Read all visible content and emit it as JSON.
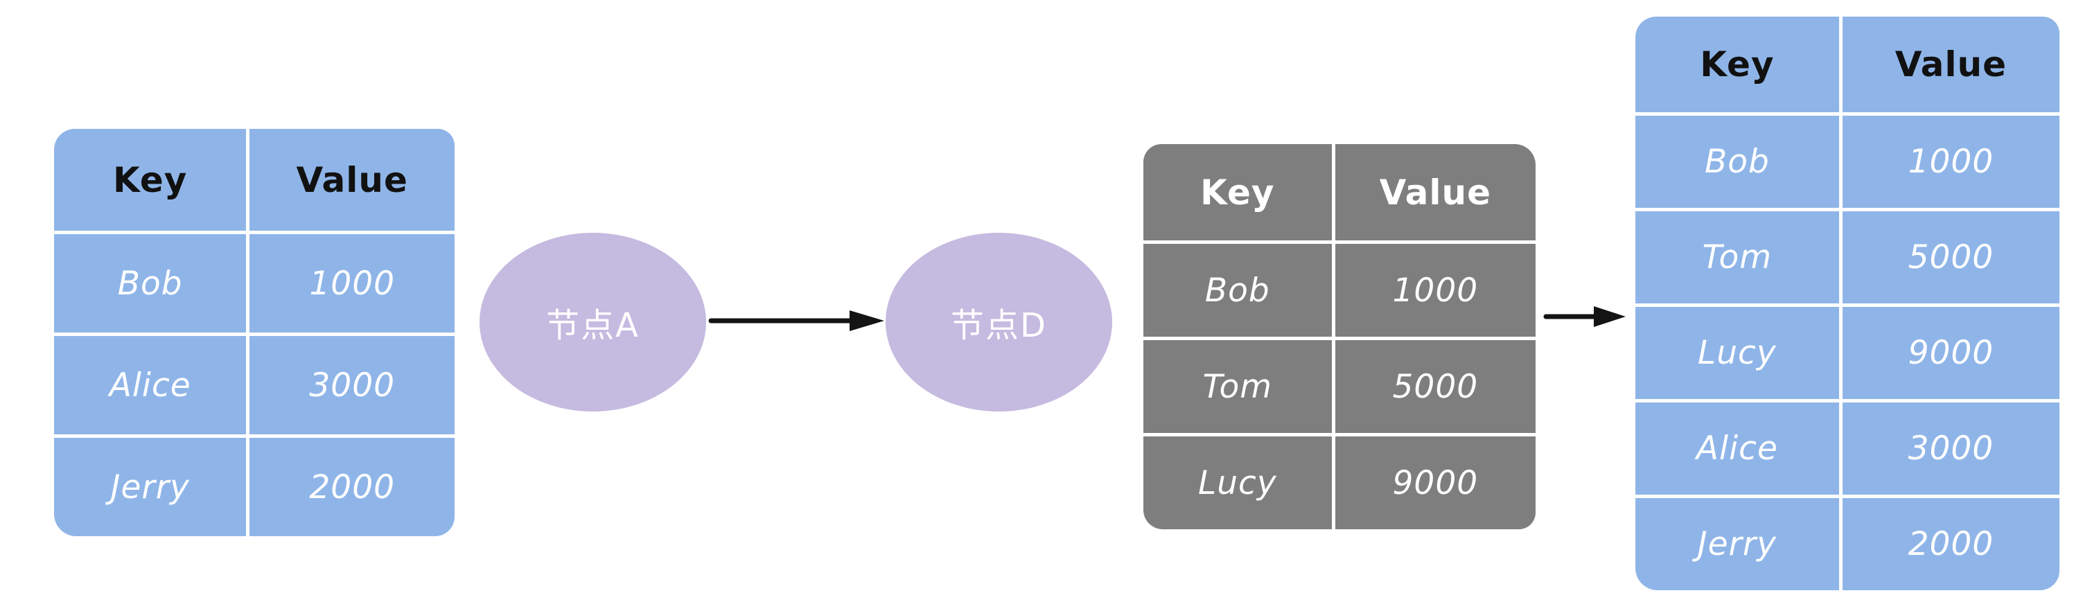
{
  "colors": {
    "blue": "#8fb5e8",
    "gray": "#7e7e7e",
    "purple": "#c5badf",
    "arrow": "#141414",
    "header_text_blue_table": "#111111",
    "cell_text": "#ffffff"
  },
  "node_a": {
    "label": "节点A"
  },
  "node_d": {
    "label": "节点D"
  },
  "left_table": {
    "headers": [
      "Key",
      "Value"
    ],
    "rows": [
      [
        "Bob",
        "1000"
      ],
      [
        "Alice",
        "3000"
      ],
      [
        "Jerry",
        "2000"
      ]
    ]
  },
  "gray_table": {
    "headers": [
      "Key",
      "Value"
    ],
    "rows": [
      [
        "Bob",
        "1000"
      ],
      [
        "Tom",
        "5000"
      ],
      [
        "Lucy",
        "9000"
      ]
    ]
  },
  "right_table": {
    "headers": [
      "Key",
      "Value"
    ],
    "rows": [
      [
        "Bob",
        "1000"
      ],
      [
        "Tom",
        "5000"
      ],
      [
        "Lucy",
        "9000"
      ],
      [
        "Alice",
        "3000"
      ],
      [
        "Jerry",
        "2000"
      ]
    ]
  },
  "icons": {
    "arrow_a_to_d": "arrow-right",
    "arrow_table_to_table": "arrow-right"
  }
}
